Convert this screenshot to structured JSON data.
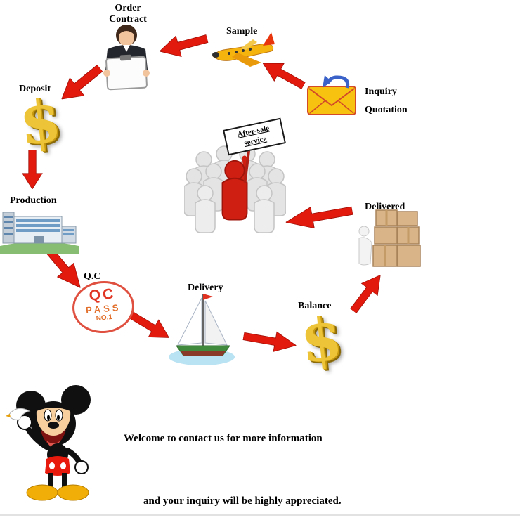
{
  "diagram": {
    "labels": {
      "order_contract_line1": "Order",
      "order_contract_line2": "Contract",
      "sample": "Sample",
      "inquiry_line1": "Inquiry",
      "inquiry_line2": "Quotation",
      "deposit": "Deposit",
      "production": "Production",
      "qc": "Q.C",
      "delivery": "Delivery",
      "balance": "Balance",
      "delivered": "Delivered"
    },
    "qc_stamp": {
      "line1": "QC",
      "line2": "PASS",
      "line3": "NO.1"
    },
    "after_sale_sign": {
      "line1": "After-sale",
      "line2": "service"
    },
    "dollar_glyph": "$",
    "icons": [
      "clipboard-woman-icon",
      "airplane-icon",
      "email-inquiry-icon",
      "dollar-deposit-icon",
      "factory-icon",
      "qc-stamp-icon",
      "sailboat-icon",
      "dollar-balance-icon",
      "delivered-boxes-icon",
      "after-sale-crowd-icon",
      "mickey-mouse-icon"
    ],
    "colors": {
      "arrow_red": "#e2190d",
      "gold": "#edc437",
      "stamp_red": "#e05040"
    }
  },
  "footer": {
    "line1": "Welcome to contact us for more information",
    "line2": "and your inquiry will be highly appreciated."
  }
}
